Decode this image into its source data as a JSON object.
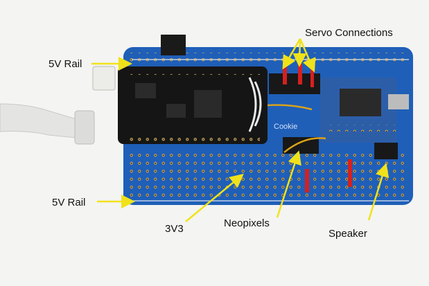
{
  "annotations": {
    "servo_connections": "Servo Connections",
    "rail_5v_top": "5V Rail",
    "rail_5v_bottom": "5V Rail",
    "v3v3": "3V3",
    "neopixels": "Neopixels",
    "speaker": "Speaker"
  },
  "board": {
    "silkscreen": "Cookie"
  },
  "colors": {
    "pcb_blue": "#1f5fb8",
    "arrow_yellow": "#f0e21a",
    "module_black": "#151515",
    "usb_module_blue": "#2c5ea8"
  }
}
